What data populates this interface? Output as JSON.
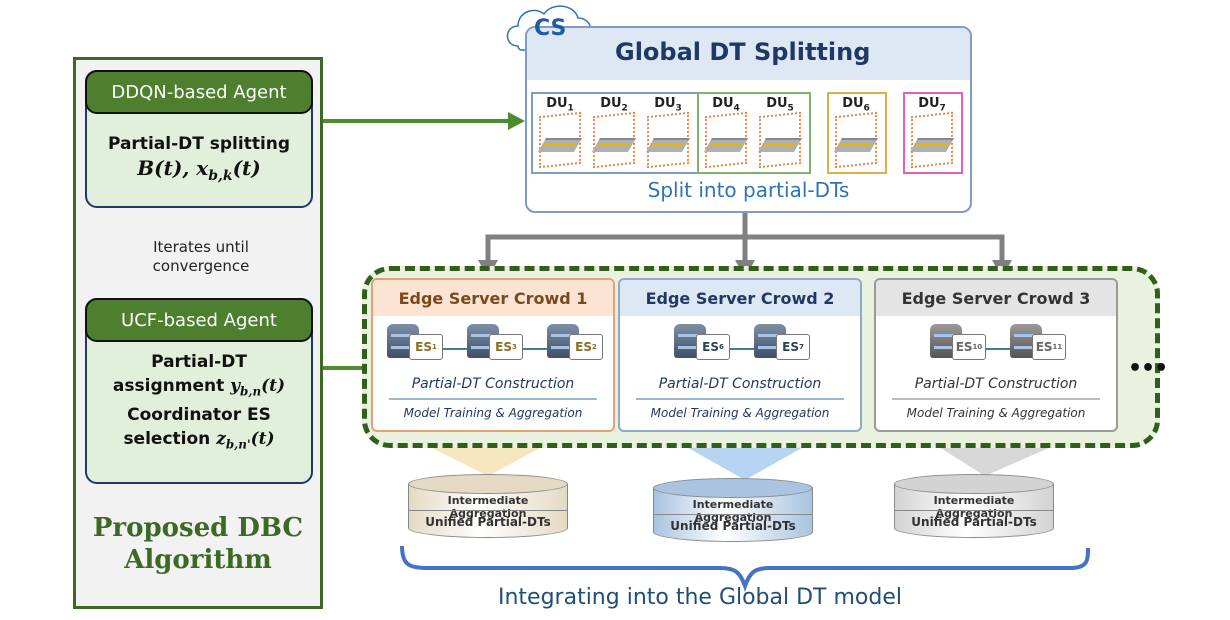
{
  "algorithm_panel": {
    "title_line1": "Proposed DBC",
    "title_line2": "Algorithm",
    "ddqn_agent": {
      "header": "DDQN-based Agent",
      "body_line1": "Partial-DT splitting",
      "body_math": "B(t), x_{b,k}(t)"
    },
    "iteration_note_line1": "Iterates until",
    "iteration_note_line2": "convergence",
    "ucf_agent": {
      "header": "UCF-based Agent",
      "line1": "Partial-DT",
      "line2_text": "assignment",
      "line2_math": "y_{b,n}(t)",
      "line3": "Coordinator ES",
      "line4_text": "selection",
      "line4_math": "z_{b,n'}(t)"
    }
  },
  "global_split": {
    "cloud_label": "CS",
    "title": "Global DT Splitting",
    "subtitle": "Split into partial-DTs",
    "groups": [
      {
        "color": "#7f9cc4",
        "units": [
          "1",
          "2",
          "3"
        ]
      },
      {
        "color": "#7fb26a",
        "units": [
          "4",
          "5"
        ]
      },
      {
        "color": "#d9b04a",
        "units": [
          "6"
        ]
      },
      {
        "color": "#e060c0",
        "units": [
          "7"
        ]
      }
    ],
    "unit_prefix": "DU"
  },
  "edge_crowds": [
    {
      "title_text": "Edge Server Crowd",
      "title_num": "1",
      "head_bg": "#fbe5d2",
      "head_color": "#7a4a1e",
      "border": "#e0a27a",
      "tag_color": "#8a6d1e",
      "servers": [
        "1",
        "3",
        "2"
      ],
      "construction": "Partial-DT Construction",
      "training": "Model Training & Aggregation"
    },
    {
      "title_text": "Edge Server Crowd",
      "title_num": "2",
      "head_bg": "#dde8f4",
      "head_color": "#1f3864",
      "border": "#8fa9c8",
      "tag_color": "#2f3f5a",
      "servers": [
        "6",
        "7"
      ],
      "construction": "Partial-DT Construction",
      "training": "Model Training & Aggregation"
    },
    {
      "title_text": "Edge Server Crowd",
      "title_num": "3",
      "head_bg": "#e4e4e4",
      "head_color": "#333333",
      "border": "#9a9a9a",
      "tag_color": "#666666",
      "servers": [
        "10",
        "11"
      ],
      "construction": "Partial-DT Construction",
      "training": "Model Training & Aggregation"
    }
  ],
  "more_indicator": "•••",
  "aggregation_stores": [
    {
      "line1": "Intermediate Aggregation",
      "line2": "Unified Partial-DTs",
      "fill": "#e4dac4"
    },
    {
      "line1": "Intermediate Aggregation",
      "line2": "Unified Partial-DTs",
      "fill": "#a9c3e0"
    },
    {
      "line1": "Intermediate Aggregation",
      "line2": "Unified Partial-DTs",
      "fill": "#d3d3d3"
    }
  ],
  "final_label": "Integrating into the Global DT model",
  "colors": {
    "panel_green": "#3c6a25",
    "agent_header_green": "#4e7f2e",
    "arrow_green": "#4e8a2e",
    "split_arrow_gray": "#808080",
    "brace_blue": "#4472c4"
  }
}
